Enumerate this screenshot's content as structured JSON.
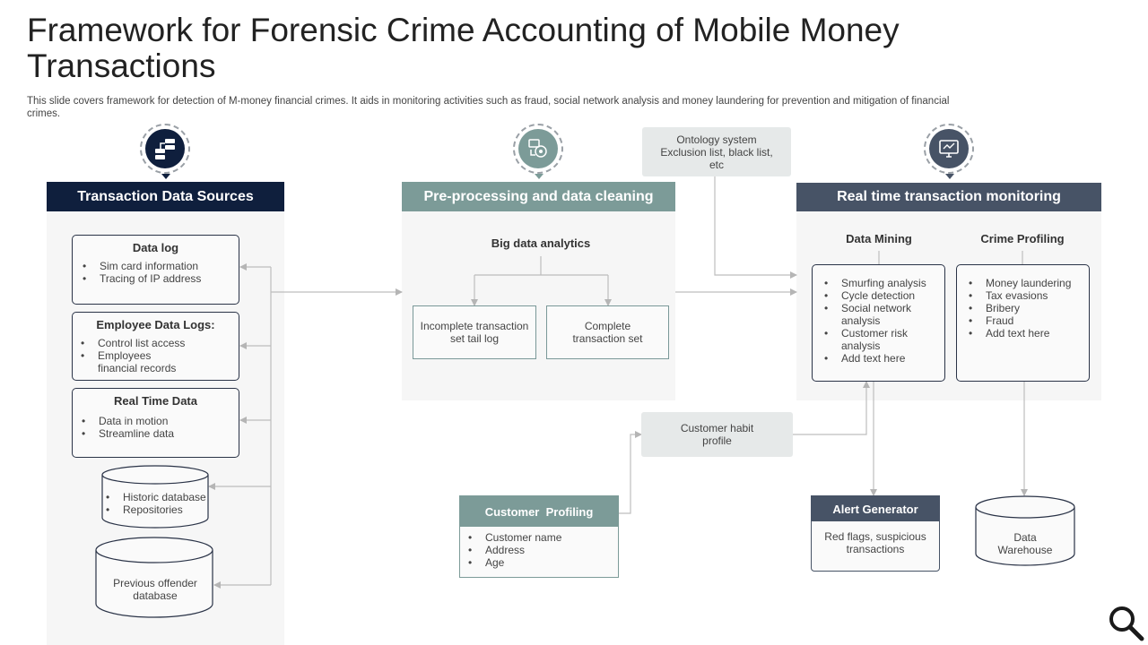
{
  "title": "Framework for Forensic Crime Accounting of Mobile Money Transactions",
  "subtitle": "This slide covers framework for detection of M-money financial crimes. It aids in monitoring activities such as fraud, social network analysis and money laundering for prevention and mitigation of financial crimes.",
  "colors": {
    "navy": "#0f1f3d",
    "teal": "#7c9b98",
    "slate": "#475366",
    "panel": "#f6f6f6"
  },
  "transaction_sources": {
    "header": "Transaction Data Sources",
    "icon": "database-server-icon",
    "data_log": {
      "title": "Data log",
      "items": [
        "Sim card information",
        "Tracing of IP address"
      ]
    },
    "employee_logs": {
      "title": "Employee Data Logs:",
      "items": [
        "Control list access",
        "Employees financial records"
      ]
    },
    "real_time": {
      "title": "Real Time Data",
      "items": [
        "Data in motion",
        "Streamline data"
      ]
    },
    "historic_db": {
      "items": [
        "Historic database",
        "Repositories"
      ]
    },
    "offender_db": "Previous offender database"
  },
  "preprocessing": {
    "header": "Pre-processing and data cleaning",
    "icon": "data-processing-icon",
    "big_data": "Big data analytics",
    "incomplete": "Incomplete transaction set tail log",
    "complete": "Complete transaction set"
  },
  "ontology_note": "Ontology system Exclusion list, black list, etc",
  "monitoring": {
    "header": "Real time transaction monitoring",
    "icon": "monitor-screen-icon",
    "data_mining": {
      "title": "Data Mining",
      "items": [
        "Smurfing analysis",
        "Cycle detection",
        "Social network analysis",
        "Customer risk analysis",
        "Add text here"
      ]
    },
    "crime_profiling": {
      "title": "Crime Profiling",
      "items": [
        "Money laundering",
        "Tax evasions",
        "Bribery",
        "Fraud",
        "Add text here"
      ]
    }
  },
  "customer_habit": "Customer habit profile",
  "customer_profiling": {
    "header": "Customer  Profiling",
    "items": [
      "Customer name",
      "Address",
      "Age"
    ]
  },
  "alert_generator": {
    "header": "Alert Generator",
    "body": "Red flags, suspicious transactions"
  },
  "data_warehouse": "Data Warehouse"
}
